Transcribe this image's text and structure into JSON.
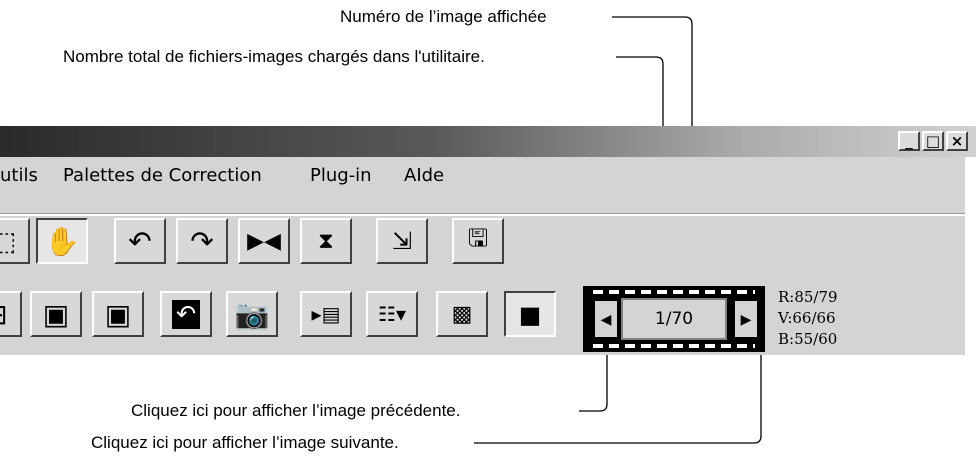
{
  "annotations": {
    "displayed_number": "Numéro de l’image affichée",
    "total_files": "Nombre total de fichiers-images chargés dans l'utilitaire.",
    "previous": "Cliquez ici pour afficher l’image précédente.",
    "next": "Cliquez ici pour afficher l’image suivante."
  },
  "window": {
    "controls": {
      "minimize": "_",
      "maximize": "□",
      "close": "×"
    },
    "menu": [
      "utils",
      "Palettes de Correction",
      "Plug-in",
      "AIde"
    ]
  },
  "toolbar1": {
    "icons": [
      "marquee-icon",
      "hand-icon",
      "undo-arrow-icon",
      "redo-arrow-icon",
      "flip-horizontal-icon",
      "flip-vertical-icon",
      "transfer-icon",
      "save-to-disk-icon"
    ]
  },
  "toolbar2": {
    "icons": [
      "partial-icon",
      "rotate-left-icon",
      "rotate-right-icon",
      "undo-icon",
      "camera-icon",
      "play-film-icon",
      "list-menu-icon",
      "pattern-icon",
      "before-after-icon"
    ]
  },
  "frame_counter": {
    "value": "1/70",
    "prev_icon": "left-triangle-icon",
    "next_icon": "right-triangle-icon"
  },
  "rgb": {
    "r": "R:85/79",
    "v": "V:66/66",
    "b": "B:55/60"
  }
}
